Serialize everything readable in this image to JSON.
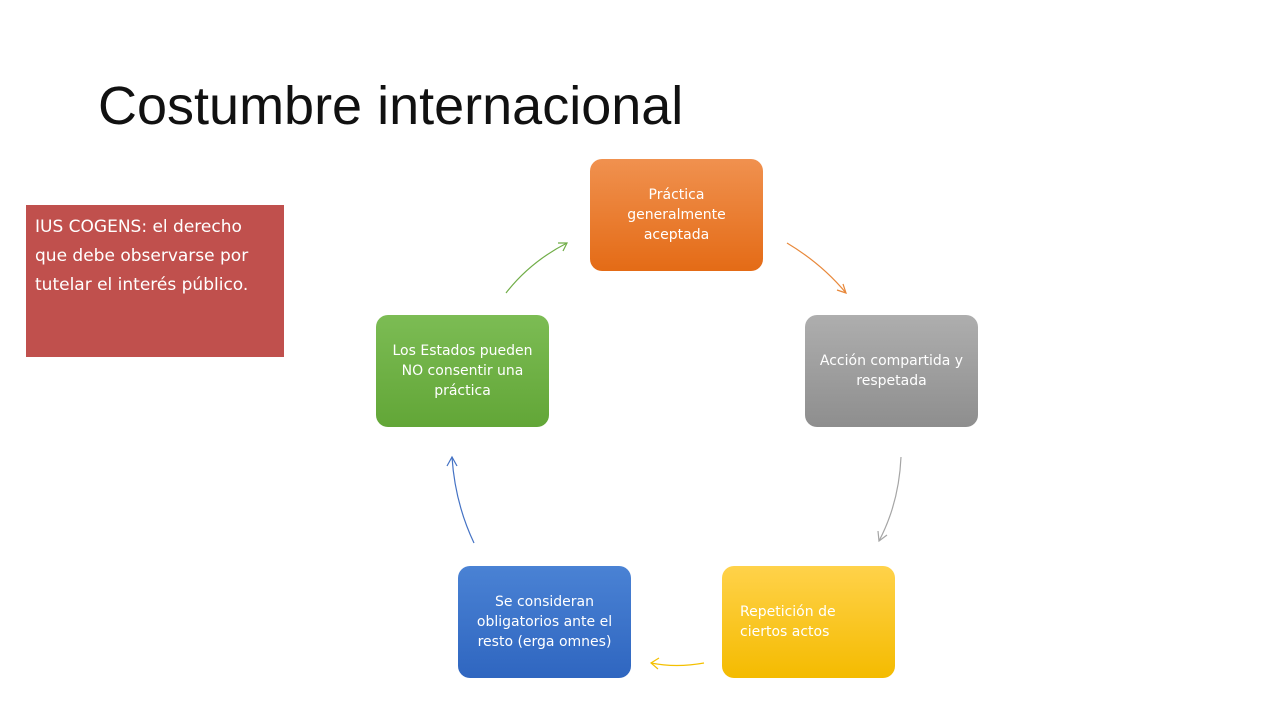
{
  "title": "Costumbre internacional",
  "note": {
    "text": "IUS COGENS: el derecho que debe observarse por tutelar el interés público.",
    "color": "#c0504d"
  },
  "cycle": {
    "nodes": [
      {
        "label": "Práctica generalmente aceptada",
        "color": "#e46b16"
      },
      {
        "label": "Acción compartida y respetada",
        "color": "#9a9a9a"
      },
      {
        "label": "Repetición de ciertos actos",
        "color": "#f4bb00"
      },
      {
        "label": "Se consideran obligatorios ante el resto (erga omnes)",
        "color": "#2f66c0"
      },
      {
        "label": "Los Estados pueden NO consentir una práctica",
        "color": "#62a637"
      }
    ],
    "arrow_colors": [
      "#e8883a",
      "#a5a5a5",
      "#f4c000",
      "#4472c4",
      "#70ad47"
    ]
  }
}
